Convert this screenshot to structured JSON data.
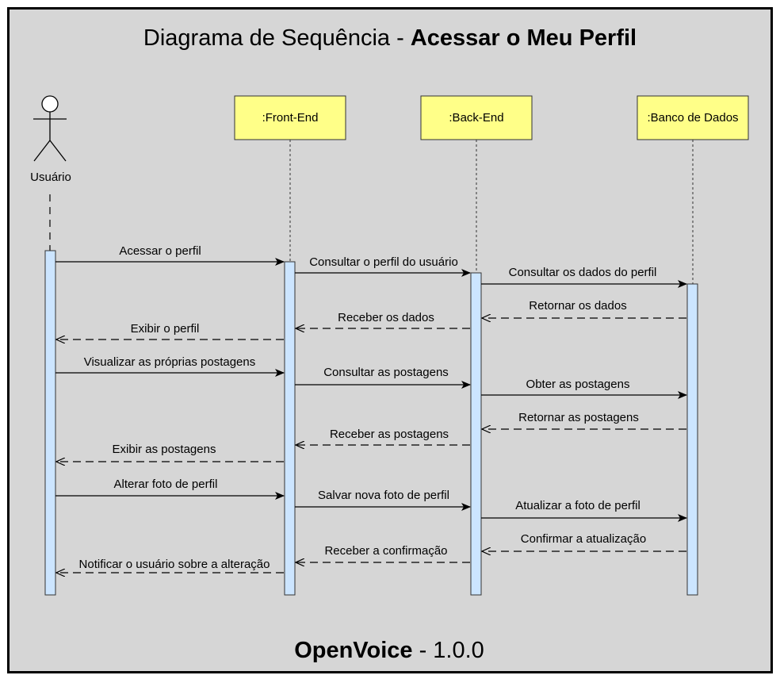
{
  "title": {
    "prefix": "Diagrama de Sequência - ",
    "name": "Acessar o Meu Perfil"
  },
  "footer": {
    "product": "OpenVoice",
    "version": " - 1.0.0"
  },
  "colors": {
    "background": "#d6d6d6",
    "participant_fill": "#ffff88",
    "activation_fill": "#cce5ff",
    "line": "#000000"
  },
  "actor": {
    "label": "Usuário",
    "icon": "stick-figure-icon"
  },
  "participants": [
    {
      "id": "frontend",
      "label": ":Front-End"
    },
    {
      "id": "backend",
      "label": ":Back-End"
    },
    {
      "id": "database",
      "label": ":Banco de Dados"
    }
  ],
  "messages": [
    {
      "label": "Acessar o perfil",
      "from": "user",
      "to": "frontend",
      "kind": "sync"
    },
    {
      "label": "Consultar o perfil do usuário",
      "from": "frontend",
      "to": "backend",
      "kind": "sync"
    },
    {
      "label": "Consultar os dados do perfil",
      "from": "backend",
      "to": "database",
      "kind": "sync"
    },
    {
      "label": "Retornar os dados",
      "from": "database",
      "to": "backend",
      "kind": "return"
    },
    {
      "label": "Receber os dados",
      "from": "backend",
      "to": "frontend",
      "kind": "return"
    },
    {
      "label": "Exibir o perfil",
      "from": "frontend",
      "to": "user",
      "kind": "return"
    },
    {
      "label": "Visualizar as próprias postagens",
      "from": "user",
      "to": "frontend",
      "kind": "sync"
    },
    {
      "label": "Consultar as postagens",
      "from": "frontend",
      "to": "backend",
      "kind": "sync"
    },
    {
      "label": "Obter as postagens",
      "from": "backend",
      "to": "database",
      "kind": "sync"
    },
    {
      "label": "Retornar as postagens",
      "from": "database",
      "to": "backend",
      "kind": "return"
    },
    {
      "label": "Receber as postagens",
      "from": "backend",
      "to": "frontend",
      "kind": "return"
    },
    {
      "label": "Exibir as postagens",
      "from": "frontend",
      "to": "user",
      "kind": "return"
    },
    {
      "label": "Alterar foto de perfil",
      "from": "user",
      "to": "frontend",
      "kind": "sync"
    },
    {
      "label": "Salvar nova foto de perfil",
      "from": "frontend",
      "to": "backend",
      "kind": "sync"
    },
    {
      "label": "Atualizar a foto de perfil",
      "from": "backend",
      "to": "database",
      "kind": "sync"
    },
    {
      "label": "Confirmar a atualização",
      "from": "database",
      "to": "backend",
      "kind": "return"
    },
    {
      "label": "Receber a confirmação",
      "from": "backend",
      "to": "frontend",
      "kind": "return"
    },
    {
      "label": "Notificar o usuário sobre a alteração",
      "from": "frontend",
      "to": "user",
      "kind": "return"
    }
  ]
}
